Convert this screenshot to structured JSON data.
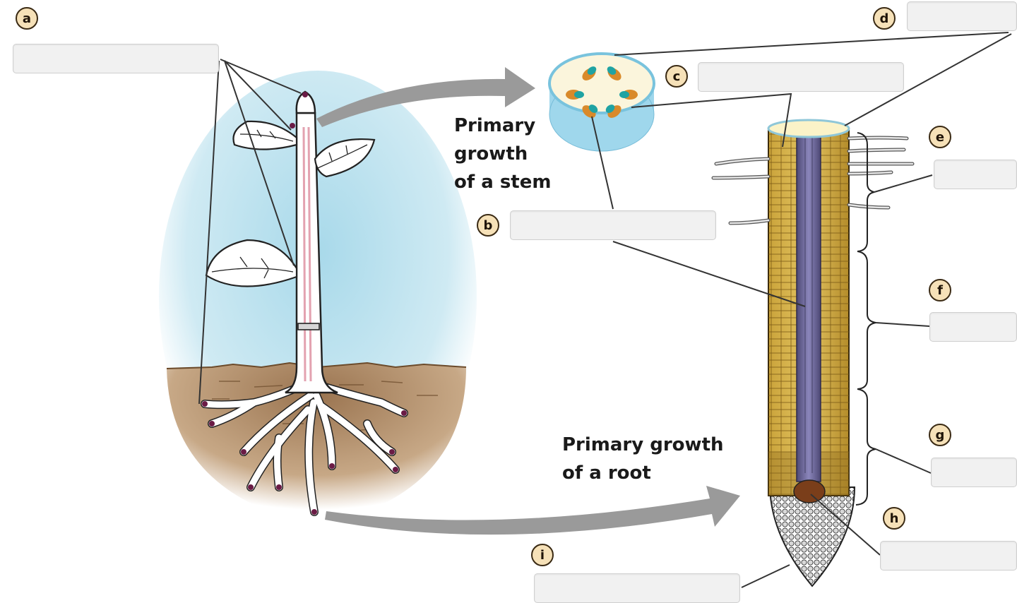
{
  "captions": {
    "stem": "Primary\ngrowth\nof a stem",
    "root": "Primary growth\nof a root"
  },
  "labels": [
    {
      "letter": "a",
      "value": ""
    },
    {
      "letter": "b",
      "value": ""
    },
    {
      "letter": "c",
      "value": ""
    },
    {
      "letter": "d",
      "value": ""
    },
    {
      "letter": "e",
      "value": ""
    },
    {
      "letter": "f",
      "value": ""
    },
    {
      "letter": "g",
      "value": ""
    },
    {
      "letter": "h",
      "value": ""
    },
    {
      "letter": "i",
      "value": ""
    }
  ],
  "colors": {
    "sky": "#bfe3ef",
    "soil": "#b38c62",
    "arrow": "#9a9a9a",
    "root_cortex": "#d9b64a",
    "vascular": "#6e6a9a",
    "stem_disc": "#a9dcee",
    "badge": "#f6e1b8"
  }
}
